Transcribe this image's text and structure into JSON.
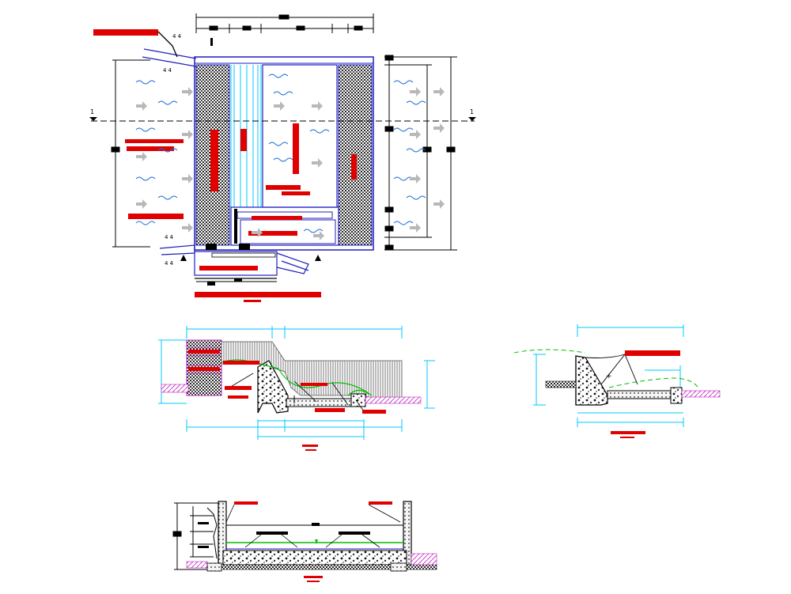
{
  "drawing": {
    "description_text": [],
    "colors": {
      "background": "#ffffff",
      "structure_line": "#1f1fbf",
      "dimension_line": "#000000",
      "cyan_dimension": "#00c8ff",
      "water_wave": "#1e6fd8",
      "flow_arrow": "#b0b0b0",
      "label_block": "#e00000",
      "green_profile": "#00c000",
      "magenta_hatch": "#c020c0",
      "wall_fill": "#303030"
    },
    "section_markers": [
      "1",
      "1"
    ],
    "views": [
      {
        "id": "plan-view",
        "kind": "plan"
      },
      {
        "id": "longitudinal-section",
        "kind": "section"
      },
      {
        "id": "weir-detail",
        "kind": "detail"
      },
      {
        "id": "cross-section",
        "kind": "section"
      }
    ]
  }
}
